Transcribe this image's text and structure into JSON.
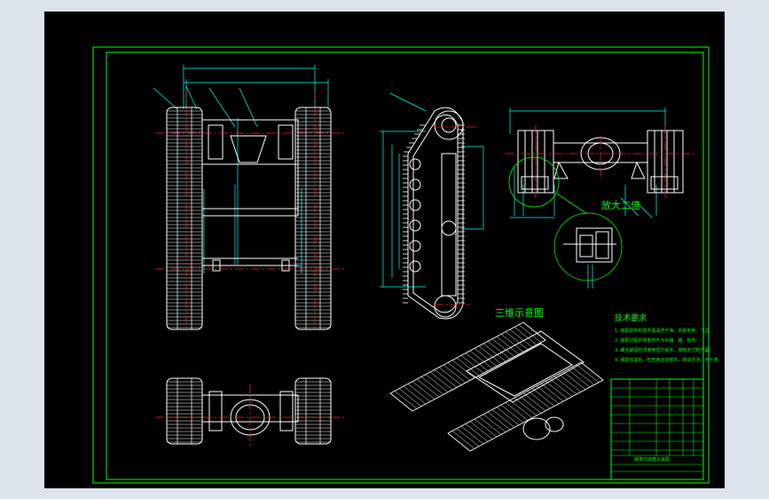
{
  "colors": {
    "background": "#000000",
    "frame": "#00ff00",
    "part": "#ffffff",
    "dimension": "#00ffff",
    "center_line": "#ff2020",
    "note_text": "#00ff00"
  },
  "labels": {
    "three_d_title": "三维示意图",
    "detail_title": "放大二倍",
    "tech_req_title": "技术要求"
  },
  "tech_requirements": [
    "1. 装配前所有零件需清洗干净，去除毛刺、飞边。",
    "2. 装配过程中零部件不允许磕、碰、划伤。",
    "3. 螺栓紧固时须使用扭力扳手，按规定力矩拧紧。",
    "4. 装配完成后，检查各运动部件，转动灵活，无卡滞。"
  ],
  "title_block": {
    "drawing_name": "履带式底盘总装图"
  }
}
